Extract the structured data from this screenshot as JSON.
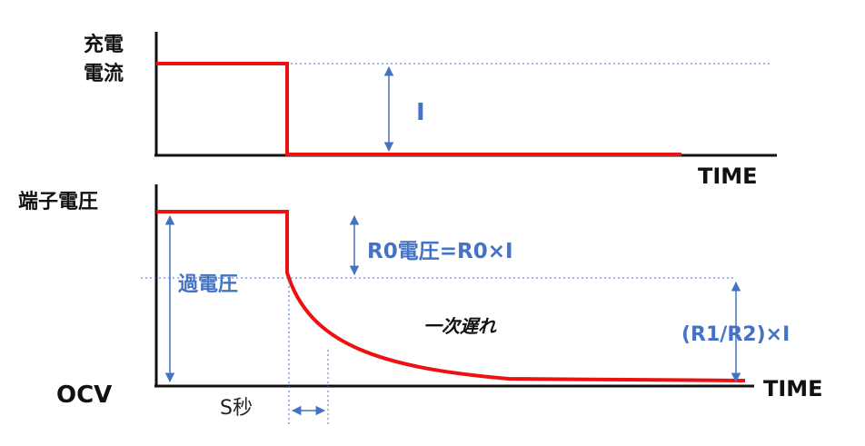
{
  "top_panel": {
    "ylabel_line1": "充電",
    "ylabel_line2": "電流",
    "xlabel": "TIME",
    "current_label": "I"
  },
  "bottom_panel": {
    "ylabel": "端子電圧",
    "xlabel": "TIME",
    "baseline_label": "OCV",
    "overvoltage_label": "過電圧",
    "r0_label": "R0電圧=R0×I",
    "first_order_label": "一次遅れ",
    "r1r2_label": "(R1/R2)×I",
    "s_label": "S秒"
  },
  "colors": {
    "signal": "#ee1111",
    "annotation": "#4472c4",
    "axis": "#111111"
  }
}
